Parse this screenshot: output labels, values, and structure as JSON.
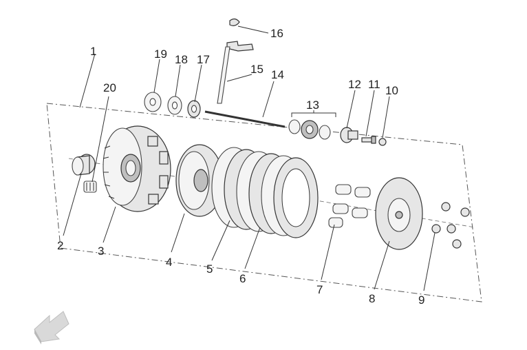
{
  "diagram": {
    "callouts": [
      {
        "id": "1",
        "text": "1"
      },
      {
        "id": "2",
        "text": "2"
      },
      {
        "id": "3",
        "text": "3"
      },
      {
        "id": "4",
        "text": "4"
      },
      {
        "id": "5",
        "text": "5"
      },
      {
        "id": "6",
        "text": "6"
      },
      {
        "id": "7",
        "text": "7"
      },
      {
        "id": "8",
        "text": "8"
      },
      {
        "id": "9",
        "text": "9"
      },
      {
        "id": "10",
        "text": "10"
      },
      {
        "id": "11",
        "text": "11"
      },
      {
        "id": "12",
        "text": "12"
      },
      {
        "id": "13",
        "text": "13"
      },
      {
        "id": "14",
        "text": "14"
      },
      {
        "id": "15",
        "text": "15"
      },
      {
        "id": "16",
        "text": "16"
      },
      {
        "id": "17",
        "text": "17"
      },
      {
        "id": "18",
        "text": "18"
      },
      {
        "id": "19",
        "text": "19"
      },
      {
        "id": "20",
        "text": "20"
      }
    ],
    "colors": {
      "line": "#333333",
      "fill": "#e6e6e6",
      "arrow": "#d9d9d9"
    },
    "icon": "direction-arrow-icon"
  }
}
